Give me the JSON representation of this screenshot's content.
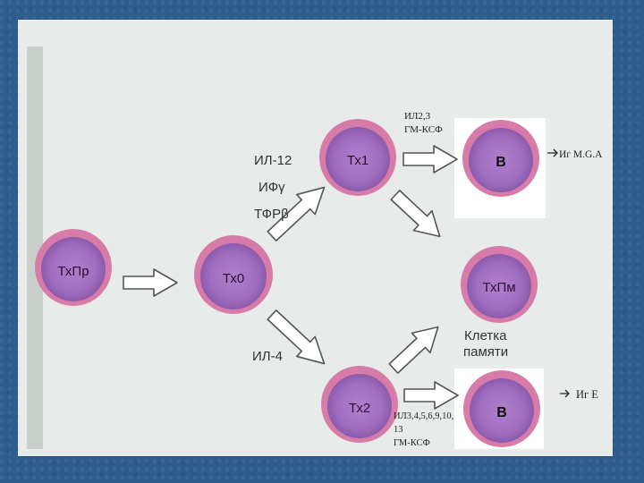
{
  "cells": {
    "txpr": "ТхПр",
    "tx0": "Тх0",
    "tx1": "Тх1",
    "tx2": "Тх2",
    "txpm": "ТхПм",
    "b_top": "В",
    "b_bottom": "В"
  },
  "labels": {
    "th1_factors": [
      "ИЛ-12",
      "ИФγ",
      "ТФРβ"
    ],
    "th2_factor": "ИЛ-4",
    "memory_cell": [
      "Клетка",
      "памяти"
    ],
    "tx1_cytokines": [
      "ИЛ2,3",
      "ГМ-КСФ"
    ],
    "tx2_cytokines": [
      "ИЛ3,4,5,6,9,10,",
      "13",
      "ГМ-КСФ"
    ],
    "ig_top": "Иг M.G.A",
    "ig_bottom": "Иг E"
  },
  "colors": {
    "cell_fill": "#a06ec0",
    "cell_rim": "#d77ba8",
    "slide_bg": "#e7ecea",
    "page_bg": "#2f5d8e"
  }
}
